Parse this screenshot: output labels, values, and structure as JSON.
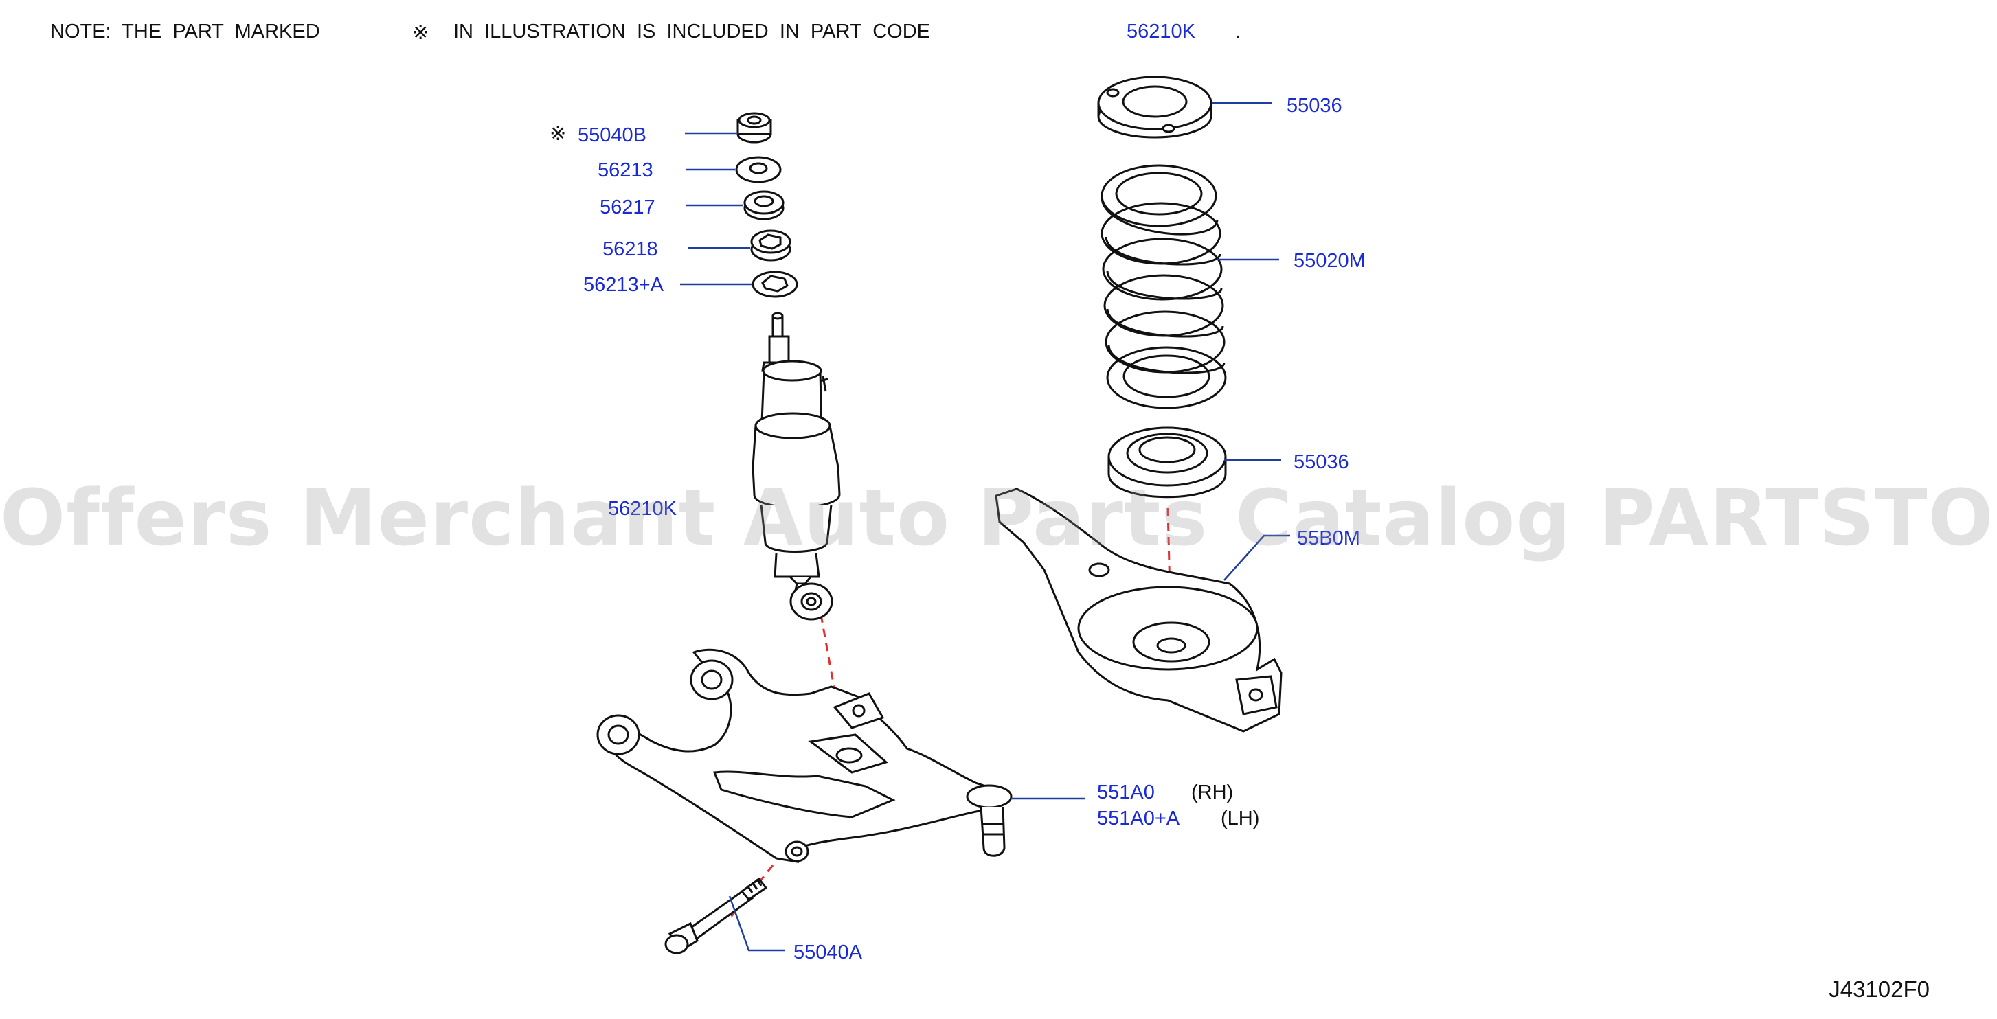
{
  "note": {
    "prefix": "NOTE:  THE  PART  MARKED",
    "mark": "※",
    "middle": "IN  ILLUSTRATION  IS  INCLUDED  IN  PART  CODE",
    "part_code": "56210K",
    "suffix": "."
  },
  "callouts": {
    "c55040B": "55040B",
    "c55040B_mark": "※",
    "c56213": "56213",
    "c56217": "56217",
    "c56218": "56218",
    "c56213A": "56213+A",
    "c56210K": "56210K",
    "c55036_top": "55036",
    "c55020M": "55020M",
    "c55036_bottom": "55036",
    "c55B0M": "55B0M",
    "c551A0": "551A0",
    "c551A0_rh": "(RH)",
    "c551A0A": "551A0+A",
    "c551A0A_lh": "(LH)",
    "c55040A": "55040A"
  },
  "watermark": "Offers Merchant Auto Parts Catalog PARTSTORE.SA",
  "diagram_code": "J43102F0",
  "colors": {
    "callout_text": "#1a2bd6",
    "leader_line": "#1f3f9e",
    "centerline": "#e03030",
    "outline": "#111111"
  }
}
